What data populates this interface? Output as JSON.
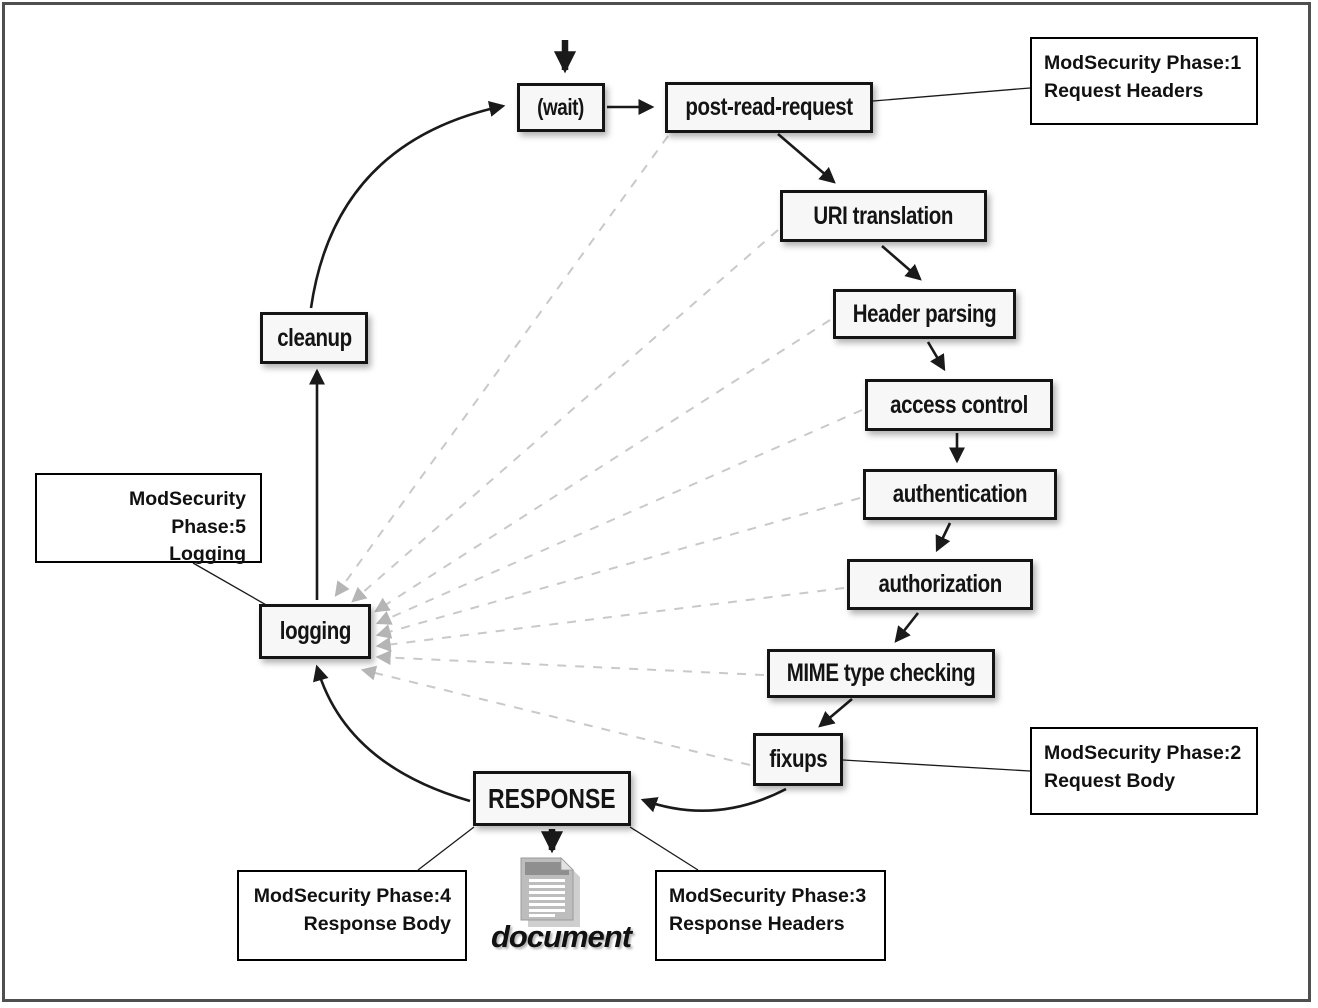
{
  "nodes": {
    "wait": {
      "label": "(wait)"
    },
    "post_read_request": {
      "label": "post-read-request"
    },
    "uri_translation": {
      "label": "URI translation"
    },
    "header_parsing": {
      "label": "Header parsing"
    },
    "access_control": {
      "label": "access control"
    },
    "authentication": {
      "label": "authentication"
    },
    "authorization": {
      "label": "authorization"
    },
    "mime_type_checking": {
      "label": "MIME type checking"
    },
    "fixups": {
      "label": "fixups"
    },
    "response": {
      "label": "RESPONSE"
    },
    "logging": {
      "label": "logging"
    },
    "cleanup": {
      "label": "cleanup"
    }
  },
  "callouts": {
    "phase1": {
      "line1": "ModSecurity Phase:1",
      "line2": "Request Headers"
    },
    "phase2": {
      "line1": "ModSecurity Phase:2",
      "line2": "Request Body"
    },
    "phase3": {
      "line1": "ModSecurity Phase:3",
      "line2": "Response Headers"
    },
    "phase4": {
      "line1": "ModSecurity Phase:4",
      "line2": "Response Body"
    },
    "phase5": {
      "line1": "ModSecurity Phase:5",
      "line2": "Logging"
    }
  },
  "document": {
    "label": "document"
  },
  "colors": {
    "frame_border": "#4f4f4f",
    "node_border": "#141414",
    "node_fill": "#f7f7f7",
    "callout_border": "#000000",
    "callout_fill": "#ffffff",
    "solid_arrow": "#1a1a1a",
    "dashed_line": "#c9c9c9",
    "dashed_arrowhead": "#b5b5b5"
  }
}
